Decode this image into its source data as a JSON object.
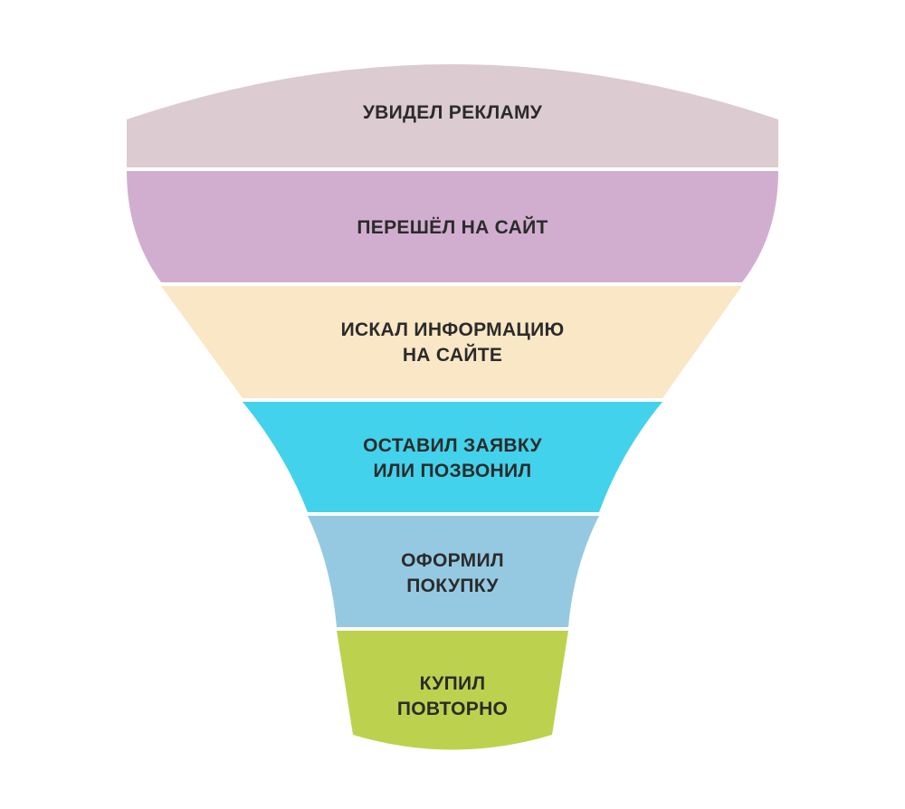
{
  "diagram": {
    "type": "sales-funnel",
    "stages": [
      {
        "lines": [
          "УВИДЕЛ РЕКЛАМУ"
        ],
        "color": "#dccbd0"
      },
      {
        "lines": [
          "ПЕРЕШЁЛ НА САЙТ"
        ],
        "color": "#d1aecf"
      },
      {
        "lines": [
          "ИСКАЛ ИНФОРМАЦИЮ",
          "НА САЙТЕ"
        ],
        "color": "#f9e7c5"
      },
      {
        "lines": [
          "ОСТАВИЛ ЗАЯВКУ",
          "ИЛИ ПОЗВОНИЛ"
        ],
        "color": "#43d2eb"
      },
      {
        "lines": [
          "ОФОРМИЛ",
          "ПОКУПКУ"
        ],
        "color": "#95c9e1"
      },
      {
        "lines": [
          "КУПИЛ",
          "ПОВТОРНО"
        ],
        "color": "#bcd24e"
      }
    ],
    "text_color": "#2b2b2b"
  }
}
